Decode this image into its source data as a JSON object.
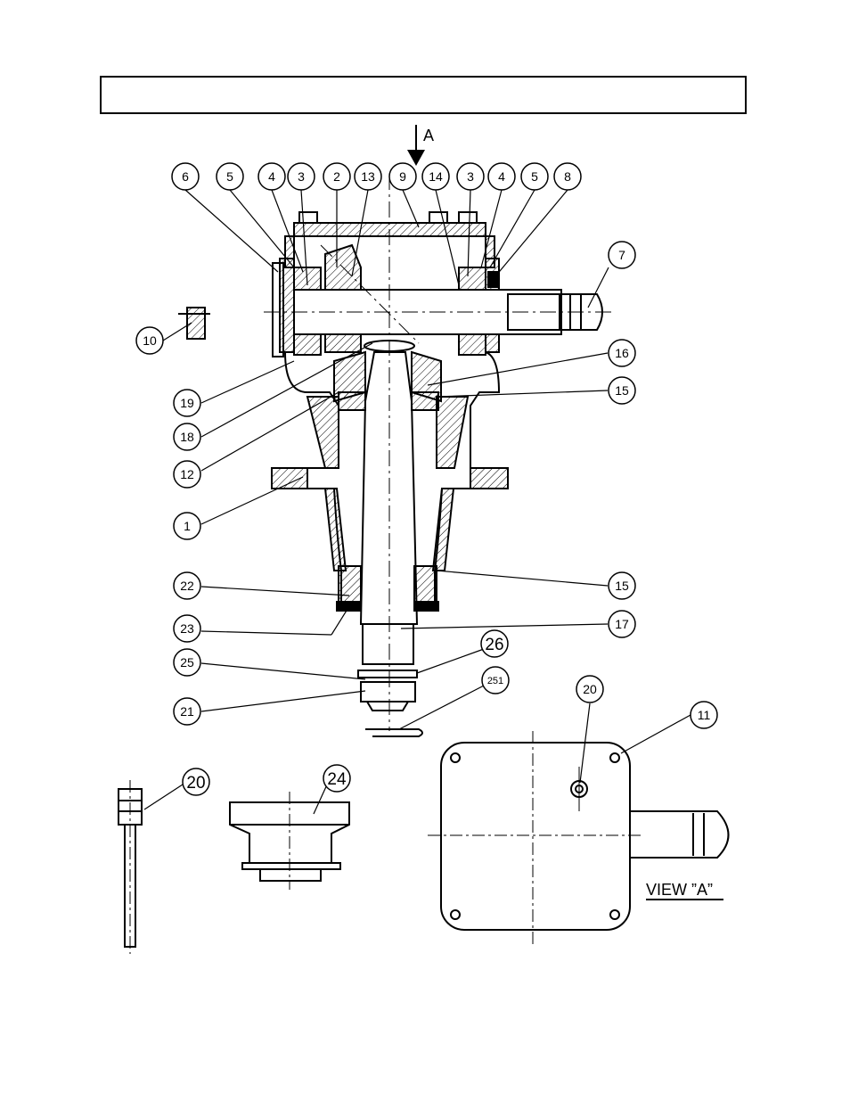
{
  "title_box": {
    "text": ""
  },
  "view_marker": {
    "label": "A"
  },
  "view_a_label": "VIEW ”A”",
  "callouts": {
    "top_row": [
      "6",
      "5",
      "4",
      "3",
      "2",
      "13",
      "9",
      "14",
      "3",
      "4",
      "5",
      "8"
    ],
    "right": [
      "7",
      "16",
      "15",
      "15",
      "17"
    ],
    "left": [
      "10",
      "19",
      "18",
      "12",
      "1",
      "22",
      "23",
      "25",
      "21"
    ],
    "lower": [
      "26",
      "251",
      "20",
      "11",
      "20",
      "24"
    ]
  }
}
